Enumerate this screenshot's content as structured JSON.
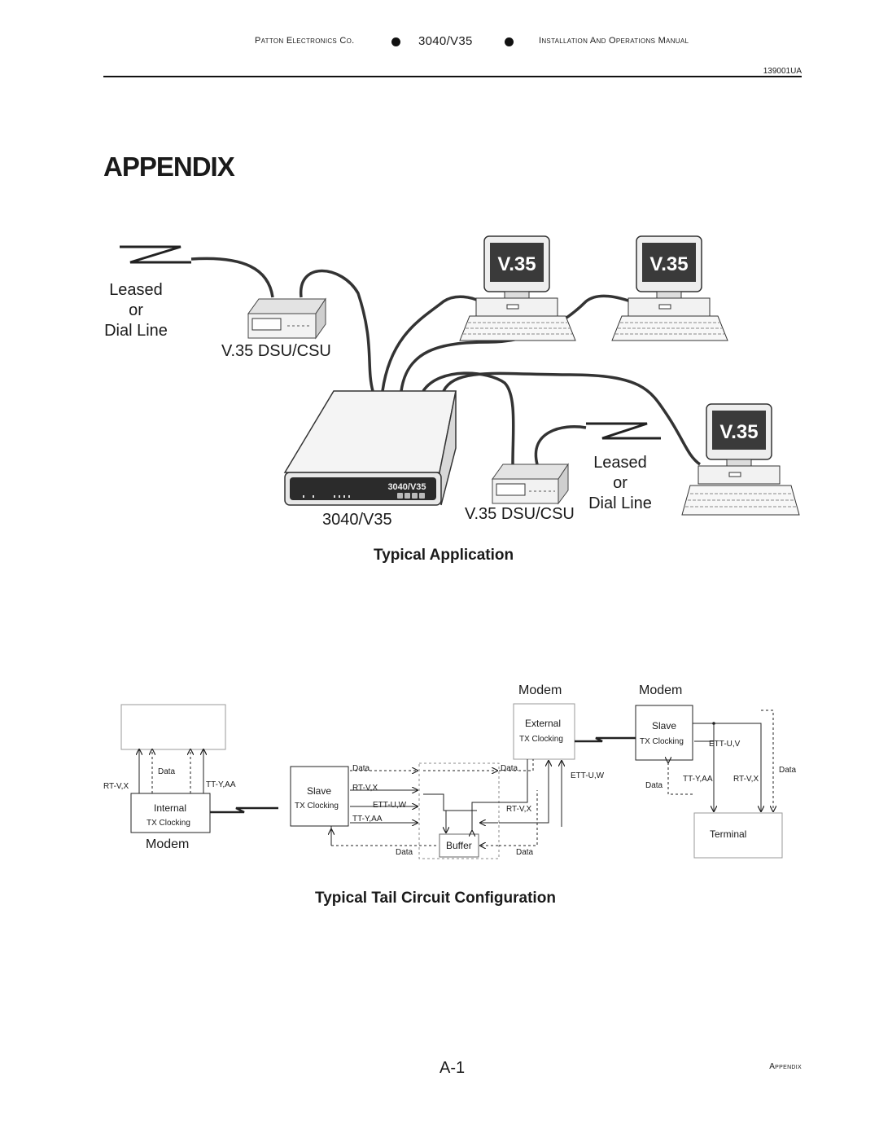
{
  "header": {
    "company": "Patton Electronics Co.",
    "model": "3040/V35",
    "manual": "Installation And Operations Manual",
    "doc_number": "139001UA"
  },
  "title": "APPENDIX",
  "application": {
    "leased_line_1": [
      "Leased",
      "or",
      "Dial Line"
    ],
    "leased_line_2": [
      "Leased",
      "or",
      "Dial Line"
    ],
    "dsu_csu_label_1": "V.35 DSU/CSU",
    "dsu_csu_label_2": "V.35 DSU/CSU",
    "device_label": "3040/V35",
    "device_badge": "3040/V35",
    "screen_text": "V.35",
    "caption": "Typical Application"
  },
  "tail_circuit": {
    "modem_label": "Modem",
    "internal": "Internal",
    "slave": "Slave",
    "external": "External",
    "tx_clocking": "TX Clocking",
    "buffer": "Buffer",
    "terminal": "Terminal",
    "data": "Data",
    "rt_vx": "RT-V,X",
    "tt_yaa": "TT-Y,AA",
    "ett_uw": "ETT-U,W",
    "ett_uv": "ETT-U,V",
    "caption": "Typical Tail Circuit Configuration"
  },
  "footer": {
    "page": "A-1",
    "section": "Appendix"
  }
}
